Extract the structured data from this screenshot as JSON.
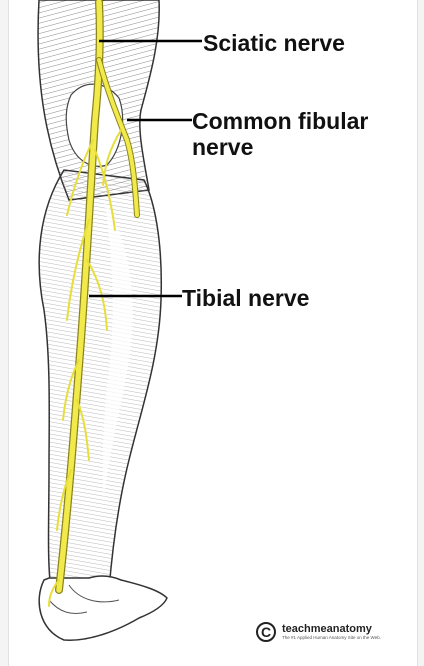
{
  "labels": {
    "sciatic": "Sciatic nerve",
    "common_fibular": "Common fibular nerve",
    "tibial": "Tibial nerve"
  },
  "watermark": {
    "brand": "teachmeanatomy",
    "tagline": "The #1 Applied Human Anatomy Site on the Web."
  },
  "colors": {
    "nerve": "#f2ea4a",
    "nerve_outline": "#8a8420",
    "sketch": "#3a3a3a",
    "skin": "#ffffff"
  }
}
